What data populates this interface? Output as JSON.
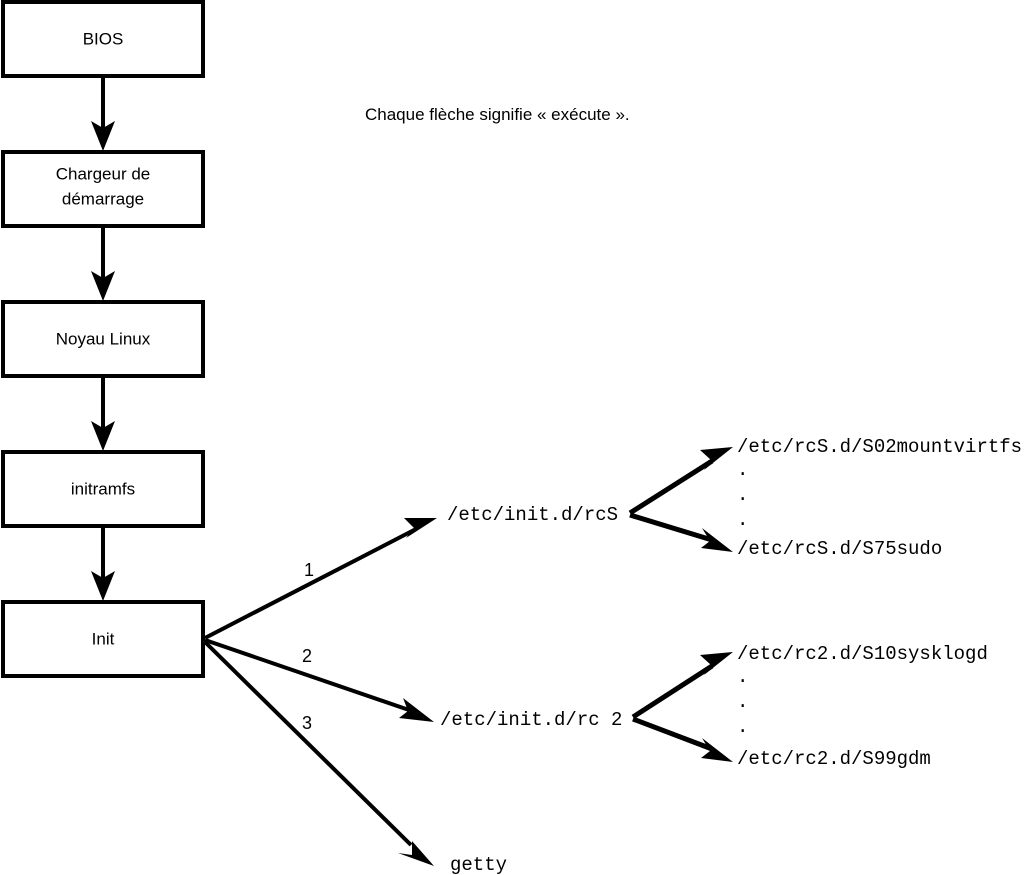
{
  "diagram": {
    "title": "Linux boot sequence flowchart",
    "caption": "Chaque flèche signifie « exécute ».",
    "colors": {
      "background": "#ffffff",
      "stroke": "#000000",
      "box_fill": "#ffffff",
      "text": "#000000"
    },
    "boot_chain": [
      {
        "id": "bios",
        "label": "BIOS"
      },
      {
        "id": "bootloader",
        "label_line1": "Chargeur de",
        "label_line2": "démarrage"
      },
      {
        "id": "kernel",
        "label": "Noyau Linux"
      },
      {
        "id": "initramfs",
        "label": "initramfs"
      },
      {
        "id": "init",
        "label": "Init"
      }
    ],
    "init_branches": [
      {
        "number": "1",
        "target": "/etc/init.d/rcS"
      },
      {
        "number": "2",
        "target": "/etc/init.d/rc 2"
      },
      {
        "number": "3",
        "target": "getty"
      }
    ],
    "rcs_scripts": {
      "first": "/etc/rcS.d/S02mountvirtfs",
      "ellipsis": [
        ".",
        ".",
        "."
      ],
      "last": "/etc/rcS.d/S75sudo"
    },
    "rc2_scripts": {
      "first": "/etc/rc2.d/S10sysklogd",
      "ellipsis": [
        ".",
        ".",
        "."
      ],
      "last": "/etc/rc2.d/S99gdm"
    }
  }
}
